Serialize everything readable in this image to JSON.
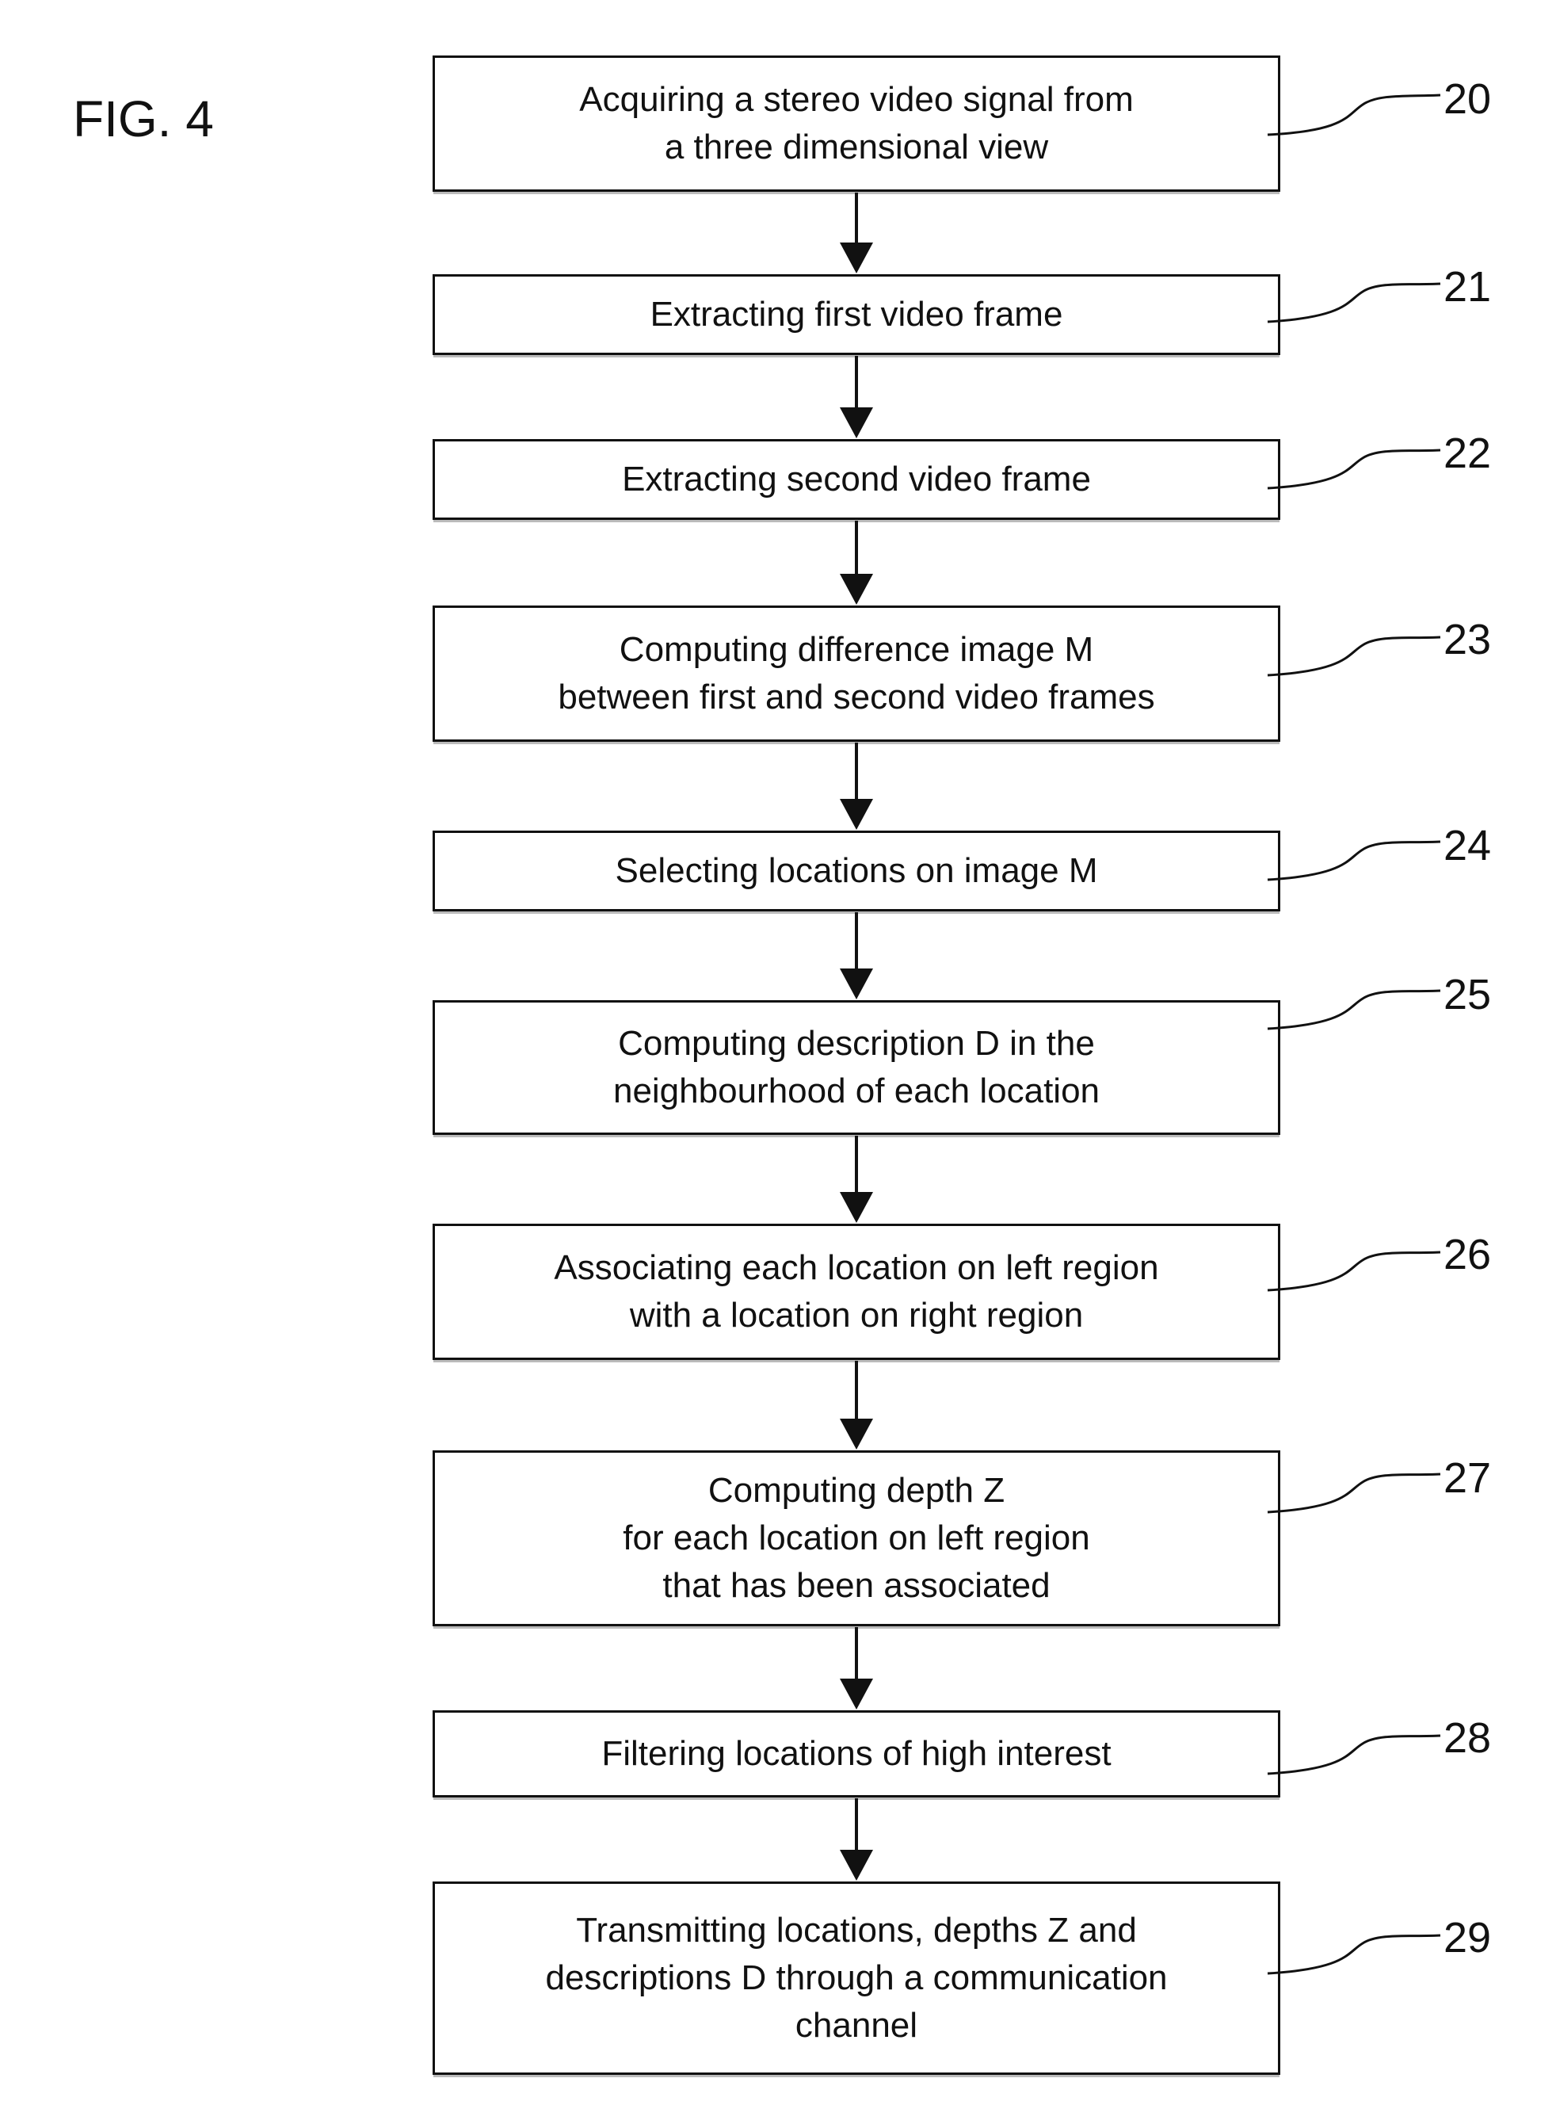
{
  "figure_label": "FIG. 4",
  "steps": [
    {
      "ref": "20",
      "text": "Acquiring a stereo video signal from\na three dimensional view"
    },
    {
      "ref": "21",
      "text": "Extracting first video frame"
    },
    {
      "ref": "22",
      "text": "Extracting second video frame"
    },
    {
      "ref": "23",
      "text": "Computing difference image M\nbetween first and second video frames"
    },
    {
      "ref": "24",
      "text": "Selecting locations on image M"
    },
    {
      "ref": "25",
      "text": "Computing description D in the\nneighbourhood of each location"
    },
    {
      "ref": "26",
      "text": "Associating each location on left region\nwith a location on right region"
    },
    {
      "ref": "27",
      "text": "Computing depth Z\nfor each location on left region\nthat has been associated"
    },
    {
      "ref": "28",
      "text": "Filtering locations of high interest"
    },
    {
      "ref": "29",
      "text": "Transmitting locations, depths Z and\ndescriptions D through a communication\nchannel"
    }
  ]
}
